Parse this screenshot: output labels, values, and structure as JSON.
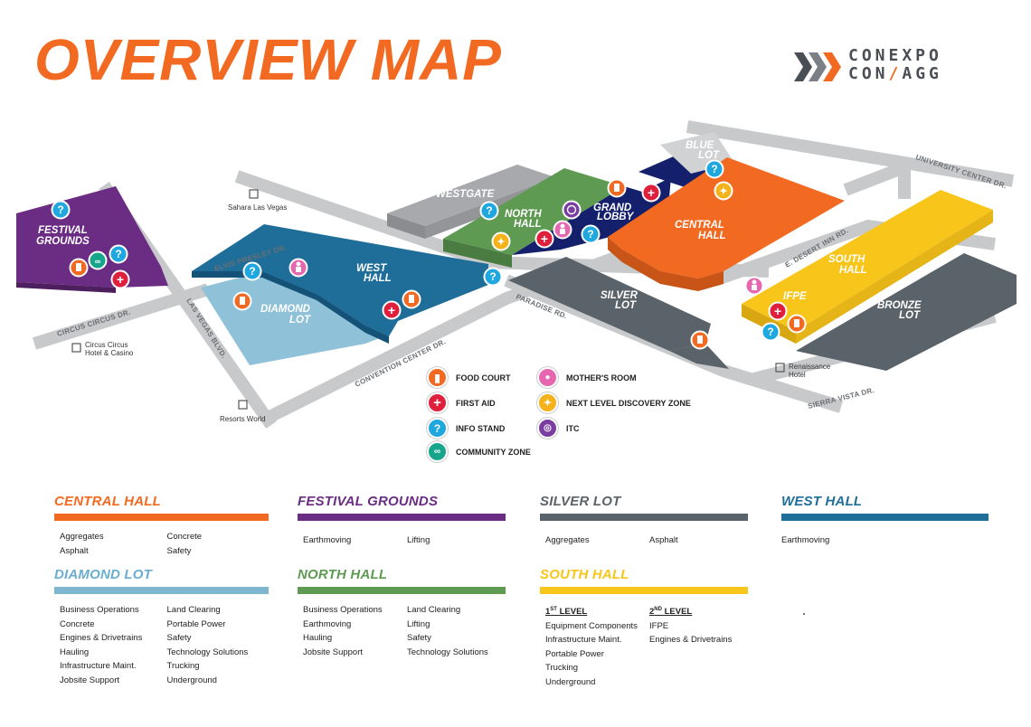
{
  "title": "OVERVIEW MAP",
  "logo": {
    "line1": "CONEXPO",
    "line2a": "CON",
    "line2sep": "/",
    "line2b": "AGG"
  },
  "map": {
    "areas": {
      "festival_grounds": [
        "FESTIVAL",
        "GROUNDS"
      ],
      "west_hall": [
        "WEST",
        "HALL"
      ],
      "diamond_lot": [
        "DIAMOND",
        "LOT"
      ],
      "westgate": "WESTGATE",
      "north_hall": [
        "NORTH",
        "HALL"
      ],
      "grand_lobby": [
        "GRAND",
        "LOBBY"
      ],
      "blue_lot": [
        "BLUE",
        "LOT"
      ],
      "central_hall": [
        "CENTRAL",
        "HALL"
      ],
      "silver_lot": [
        "SILVER",
        "LOT"
      ],
      "south_hall": [
        "SOUTH",
        "HALL"
      ],
      "ifpe": "IFPE",
      "bronze_lot": [
        "BRONZE",
        "LOT"
      ]
    },
    "roads": {
      "university_center": "UNIVERSITY CENTER DR.",
      "desert_inn": "E. DESERT INN RD.",
      "elvis_presley": "ELVIS PRESLEY DR.",
      "circus_circus": "CIRCUS CIRCUS DR.",
      "las_vegas_blvd": "LAS VEGAS BLVD.",
      "convention_center": "CONVENTION CENTER DR.",
      "paradise": "PARADISE RD.",
      "sierra_vista": "SIERRA VISTA DR."
    },
    "places": {
      "sahara": "Sahara Las Vegas",
      "circus_circus_1": "Circus Circus",
      "circus_circus_2": "Hotel & Casino",
      "resorts_world": "Resorts World",
      "renaissance_1": "Renaissance",
      "renaissance_2": "Hotel"
    }
  },
  "legend": {
    "food_court": "FOOD COURT",
    "first_aid": "FIRST AID",
    "info_stand": "INFO STAND",
    "community_zone": "COMMUNITY ZONE",
    "mothers_room": "MOTHER'S ROOM",
    "next_level": "NEXT LEVEL DISCOVERY ZONE",
    "itc": "ITC"
  },
  "colors": {
    "orange": "#f26a21",
    "purple": "#6b2c83",
    "gray": "#5b636a",
    "blue": "#1f6e9a",
    "lightblue": "#7fb6cf",
    "green": "#5e9a52",
    "yellow": "#f8c51a",
    "navy": "#14206b"
  },
  "sections": {
    "central_hall": {
      "title": "CENTRAL HALL",
      "col1": [
        "Aggregates",
        "Asphalt"
      ],
      "col2": [
        "Concrete",
        "Safety"
      ]
    },
    "festival_grounds": {
      "title": "FESTIVAL GROUNDS",
      "col1": [
        "Earthmoving"
      ],
      "col2": [
        "Lifting"
      ]
    },
    "silver_lot": {
      "title": "SILVER LOT",
      "col1": [
        "Aggregates"
      ],
      "col2": [
        "Asphalt"
      ]
    },
    "west_hall": {
      "title": "WEST HALL",
      "col1": [
        "Earthmoving"
      ],
      "col2": []
    },
    "diamond_lot": {
      "title": "DIAMOND LOT",
      "col1": [
        "Business Operations",
        "Concrete",
        "Engines & Drivetrains",
        "Hauling",
        "Infrastructure Maint.",
        "Jobsite Support"
      ],
      "col2": [
        "Land Clearing",
        "Portable Power",
        "Safety",
        "Technology Solutions",
        "Trucking",
        "Underground"
      ]
    },
    "north_hall": {
      "title": "NORTH HALL",
      "col1": [
        "Business Operations",
        "Earthmoving",
        "Hauling",
        "Jobsite Support"
      ],
      "col2": [
        "Land Clearing",
        "Lifting",
        "Safety",
        "Technology Solutions"
      ]
    },
    "south_hall": {
      "title": "SOUTH HALL",
      "level1_num": "1",
      "level1_sup": "ST",
      "level1_word": "LEVEL",
      "level2_num": "2",
      "level2_sup": "ND",
      "level2_word": "LEVEL",
      "col1": [
        "Equipment Components",
        "Infrastructure Maint.",
        "Portable Power",
        "Trucking",
        "Underground"
      ],
      "col2": [
        "IFPE",
        "Engines & Drivetrains"
      ]
    }
  }
}
